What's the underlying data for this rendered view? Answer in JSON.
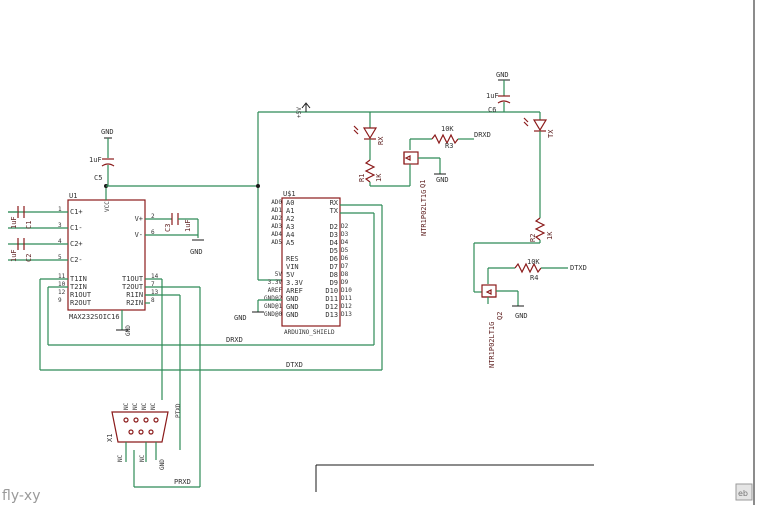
{
  "u1": {
    "name": "U1",
    "part": "MAX232SOIC16",
    "vcc": "VCC",
    "pins_left": [
      {
        "num": "1",
        "label": "C1+"
      },
      {
        "num": "3",
        "label": "C1-"
      },
      {
        "num": "4",
        "label": "C2+"
      },
      {
        "num": "5",
        "label": "C2-"
      },
      {
        "num": "11",
        "label": "T1IN"
      },
      {
        "num": "10",
        "label": "T2IN"
      },
      {
        "num": "12",
        "label": "R1OUT"
      },
      {
        "num": "9",
        "label": "R2OUT"
      }
    ],
    "pins_right": [
      {
        "num": "2",
        "label": "V+"
      },
      {
        "num": "6",
        "label": "V-"
      },
      {
        "num": "14",
        "label": "T1OUT"
      },
      {
        "num": "7",
        "label": "T2OUT"
      },
      {
        "num": "13",
        "label": "R1IN"
      },
      {
        "num": "8",
        "label": "R2IN"
      }
    ]
  },
  "shield": {
    "name": "U$1",
    "part": "ARDUINO_SHIELD",
    "pins_left": [
      "A0",
      "A1",
      "A2",
      "A3",
      "A4",
      "A5",
      "RES",
      "VIN",
      "5V",
      "3.3V",
      "AREF",
      "GND",
      "GND",
      "GND"
    ],
    "pins_left_names": [
      "AD0",
      "AD1",
      "AD2",
      "AD3",
      "AD4",
      "AD5",
      "",
      "",
      "5V",
      "3.3V",
      "AREF",
      "GND@2",
      "GND@1",
      "GND@0"
    ],
    "pins_right": [
      "RX",
      "TX",
      "D2",
      "D3",
      "D4",
      "D5",
      "D6",
      "D7",
      "D8",
      "D9",
      "D10",
      "D11",
      "D12",
      "D13"
    ],
    "pins_right_names": [
      "",
      "",
      "D2",
      "D3",
      "D4",
      "D5",
      "D6",
      "D7",
      "D8",
      "D9",
      "D10",
      "D11",
      "D12",
      "D13"
    ]
  },
  "caps": {
    "c1": {
      "name": "C1",
      "value": "1uF"
    },
    "c2": {
      "name": "C2",
      "value": "1uF"
    },
    "c3": {
      "name": "C3",
      "value": "1uF"
    },
    "c5": {
      "name": "C5",
      "value": "1uF"
    },
    "c6": {
      "name": "C6",
      "value": "1uF"
    }
  },
  "resistors": {
    "r1": {
      "name": "R1",
      "value": "1K"
    },
    "r2": {
      "name": "R2",
      "value": "1K"
    },
    "r3": {
      "name": "R3",
      "value": "10K"
    },
    "r4": {
      "name": "R4",
      "value": "10K"
    }
  },
  "leds": {
    "rx": "RX",
    "tx": "TX"
  },
  "transistors": {
    "q1": {
      "name": "Q1",
      "part": "NTR1P02LT1G"
    },
    "q2": {
      "name": "Q2",
      "part": "NTR1P02LT1G"
    }
  },
  "connector": {
    "name": "X1",
    "labels_top": [
      "NC",
      "NC",
      "NC",
      "NC"
    ],
    "labels_bottom": [
      "NC",
      "NC"
    ]
  },
  "nets": {
    "gnd": "GND",
    "plus5v": "+5V",
    "drxd": "DRXD",
    "dtxd": "DTXD",
    "ptxd": "PTXD",
    "prxd": "PRXD"
  },
  "watermark": "fly-xy",
  "colors": {
    "wire": "#2e8b57",
    "part": "#8b1a1a",
    "background": "#ffffff"
  }
}
